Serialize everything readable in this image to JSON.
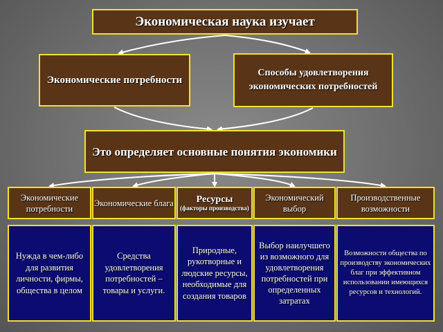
{
  "title": "Экономическая наука изучает",
  "branches": {
    "left": "Экономические потребности",
    "right": "Способы удовлетворения экономических потребностей"
  },
  "definition": "Это определяет основные понятия экономики",
  "concepts": [
    {
      "heading": "Экономические потребности",
      "description": "Нужда в чем-либо для развития личности, фирмы, общества в целом"
    },
    {
      "heading": "Экономические блага",
      "description": "Средства удовлетворения потребностей – товары и услуги."
    },
    {
      "heading": "Ресурсы",
      "heading_sub": "(факторы производства)",
      "description": "Природные, рукотворные и людские ресурсы, необходимые для создания товаров"
    },
    {
      "heading": "Экономический выбор",
      "description": "Выбор наилучшего из возможного для удовлетворения потребностей при определенных затратах"
    },
    {
      "heading": "Производственные возможности",
      "description": "Возможности общества по производству экономических благ при эффективном использовании имеющихся ресурсов и технологий."
    }
  ]
}
